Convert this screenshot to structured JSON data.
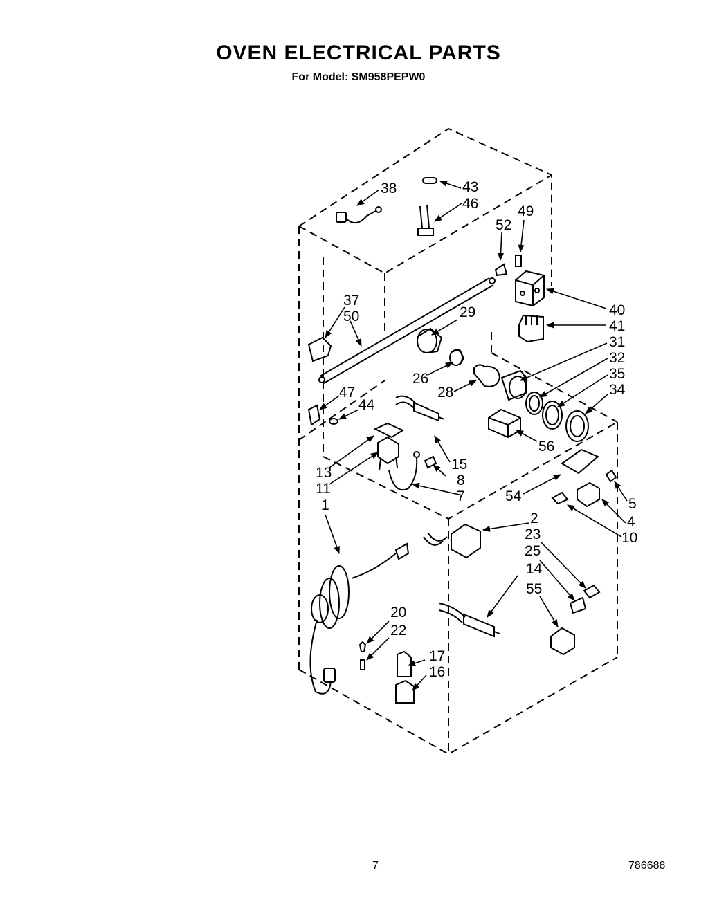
{
  "title": "OVEN ELECTRICAL PARTS",
  "subtitle": "For Model: SM958PEPW0",
  "page_number": "7",
  "doc_number": "786688",
  "callouts": [
    "38",
    "43",
    "46",
    "52",
    "49",
    "37",
    "50",
    "29",
    "40",
    "41",
    "31",
    "26",
    "32",
    "35",
    "28",
    "47",
    "44",
    "34",
    "56",
    "13",
    "15",
    "11",
    "8",
    "7",
    "54",
    "5",
    "1",
    "2",
    "4",
    "10",
    "23",
    "25",
    "14",
    "55",
    "20",
    "22",
    "17",
    "16"
  ]
}
